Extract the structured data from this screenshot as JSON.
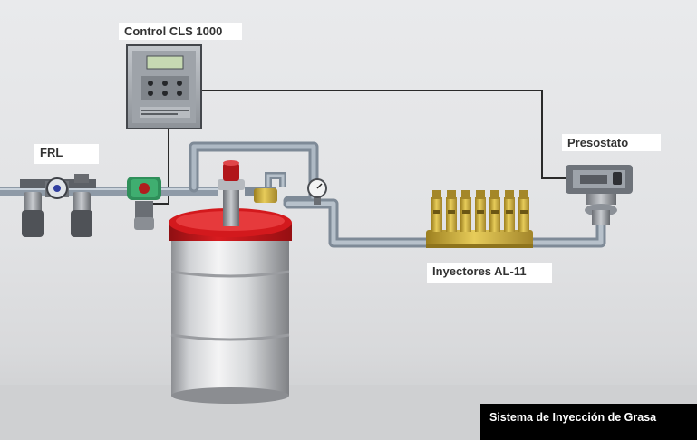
{
  "diagram": {
    "labels": {
      "control": "Control CLS 1000",
      "frl": "FRL",
      "presostato": "Presostato",
      "inyectores": "Inyectores AL-11",
      "sistema": "Sistema de Inyección de Grasa"
    },
    "colors": {
      "background": "#e3e4e6",
      "pipe": "#8e9aa7",
      "pipe_highlight": "#c9d2db",
      "drum_lid": "#c8181b",
      "injector": "#d2b13a",
      "signal_wire": "#222222",
      "footer": "#000000"
    },
    "components": {
      "control_unit": {
        "icon": "control-panel-icon"
      },
      "frl_unit": {
        "icon": "filter-regulator-lubricator-icon"
      },
      "solenoid_valve": {
        "icon": "green-solenoid-valve-icon"
      },
      "grease_drum": {
        "icon": "grease-drum-pump-icon"
      },
      "pressure_gauge": {
        "icon": "pressure-gauge-icon"
      },
      "injectors": {
        "icon": "injector-block-icon",
        "count": 7
      },
      "pressure_switch": {
        "icon": "pressure-switch-icon"
      }
    }
  }
}
